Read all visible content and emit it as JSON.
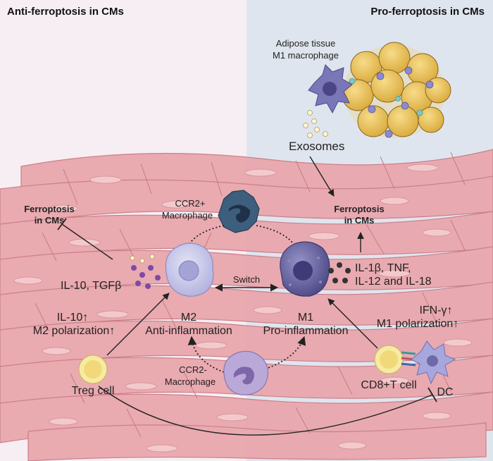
{
  "panels": {
    "left_title": "Anti-ferroptosis in CMs",
    "right_title": "Pro-ferroptosis in CMs"
  },
  "labels": {
    "adipose_line1": "Adipose tissue",
    "adipose_line2": "M1 macrophage",
    "exosomes": "Exosomes",
    "ferro_left_line1": "Ferroptosis",
    "ferro_left_line2": "in CMs",
    "ferro_right_line1": "Ferroptosis",
    "ferro_right_line2": "in CMs",
    "ccr2p_line1": "CCR2+",
    "ccr2p_line2": "Macrophage",
    "ccr2m_line1": "CCR2-",
    "ccr2m_line2": "Macrophage",
    "il10_tgfb": "IL-10, TGFβ",
    "cytokines_line1": "IL-1β, TNF,",
    "cytokines_line2": "IL-12 and IL-18",
    "switch": "Switch",
    "m2_line1": "M2",
    "m2_line2": "Anti-inflammation",
    "m1_line1": "M1",
    "m1_line2": "Pro-inflammation",
    "il10_up": "IL-10↑",
    "m2_pol": "M2 polarization↑",
    "ifng_up": "IFN-γ↑",
    "m1_pol": "M1 polarization↑",
    "treg": "Treg cell",
    "cd8": "CD8+T cell",
    "dc": "DC"
  },
  "colors": {
    "left_bg": "#f7eef3",
    "right_bg": "#dfe5ee",
    "myocyte": "#e9a7ad",
    "myocyte_edge": "#c97a84",
    "adipocyte": "#ecc357",
    "m2_cell": "#c7c7ea",
    "m1_cell": "#6e6aa6",
    "ccr2_plus": "#3d5f7d",
    "ccr2_minus": "#b9a8d8",
    "treg": "#f7eaa2",
    "dc_cell": "#a7a7dd"
  },
  "icons": [
    "macrophage-icon",
    "adipose-tissue-icon",
    "exosome-icon",
    "cardiomyocyte-icon",
    "t-cell-icon",
    "dendritic-cell-icon",
    "cytokine-dot-icon"
  ]
}
